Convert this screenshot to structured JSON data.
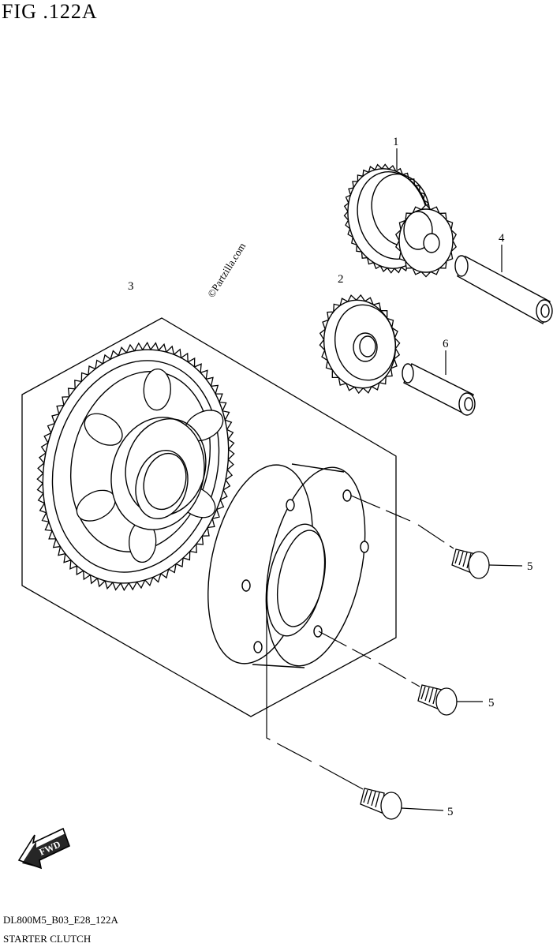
{
  "figure": {
    "title": "FIG .122A",
    "watermark": "©Partzilla.com",
    "fwd_label": "FWD",
    "code": "DL800M5_B03_E28_122A",
    "caption": "STARTER CLUTCH"
  },
  "callouts": {
    "c1": "1",
    "c2": "2",
    "c3": "3",
    "c4": "4",
    "c5a": "5",
    "c5b": "5",
    "c5c": "5",
    "c6": "6"
  },
  "colors": {
    "line": "#000000",
    "background": "#ffffff"
  }
}
